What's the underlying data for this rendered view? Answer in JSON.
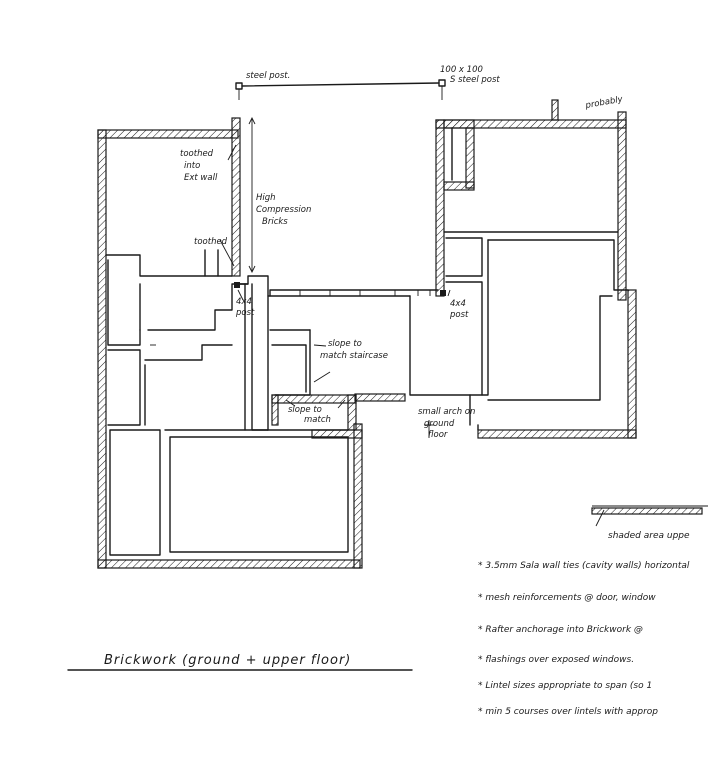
{
  "title": "Brickwork (ground + upper floor)",
  "labels": {
    "steel_post_left": "steel post.",
    "steel_post_right_size": "100 x 100",
    "steel_post_right": "S steel post",
    "probably": "probably",
    "toothed_into_line1": "toothed",
    "toothed_into_line2": "into",
    "toothed_into_line3": "Ext wall",
    "high_compression_line1": "High",
    "high_compression_line2": "Compression",
    "high_compression_line3": "Bricks",
    "toothed": "toothed",
    "post_left_line1": "4x4",
    "post_left_line2": "post",
    "post_right_line1": "4x4",
    "post_right_line2": "post",
    "slope_staircase_line1": "slope to",
    "slope_staircase_line2": "match staircase",
    "slope_match_line1": "slope to",
    "slope_match_line2": "match",
    "small_arch_line1": "small arch on",
    "small_arch_line2": "ground",
    "small_arch_line3": "floor"
  },
  "legend": {
    "shaded": "shaded area uppe"
  },
  "notes": [
    "* 3.5mm Sala wall ties (cavity walls) horizontal",
    "* mesh reinforcements @ door, window",
    "* Rafter anchorage into Brickwork @",
    "* flashings over exposed windows.",
    "* Lintel sizes appropriate to span (so 1",
    "* min 5 courses over lintels with approp"
  ]
}
